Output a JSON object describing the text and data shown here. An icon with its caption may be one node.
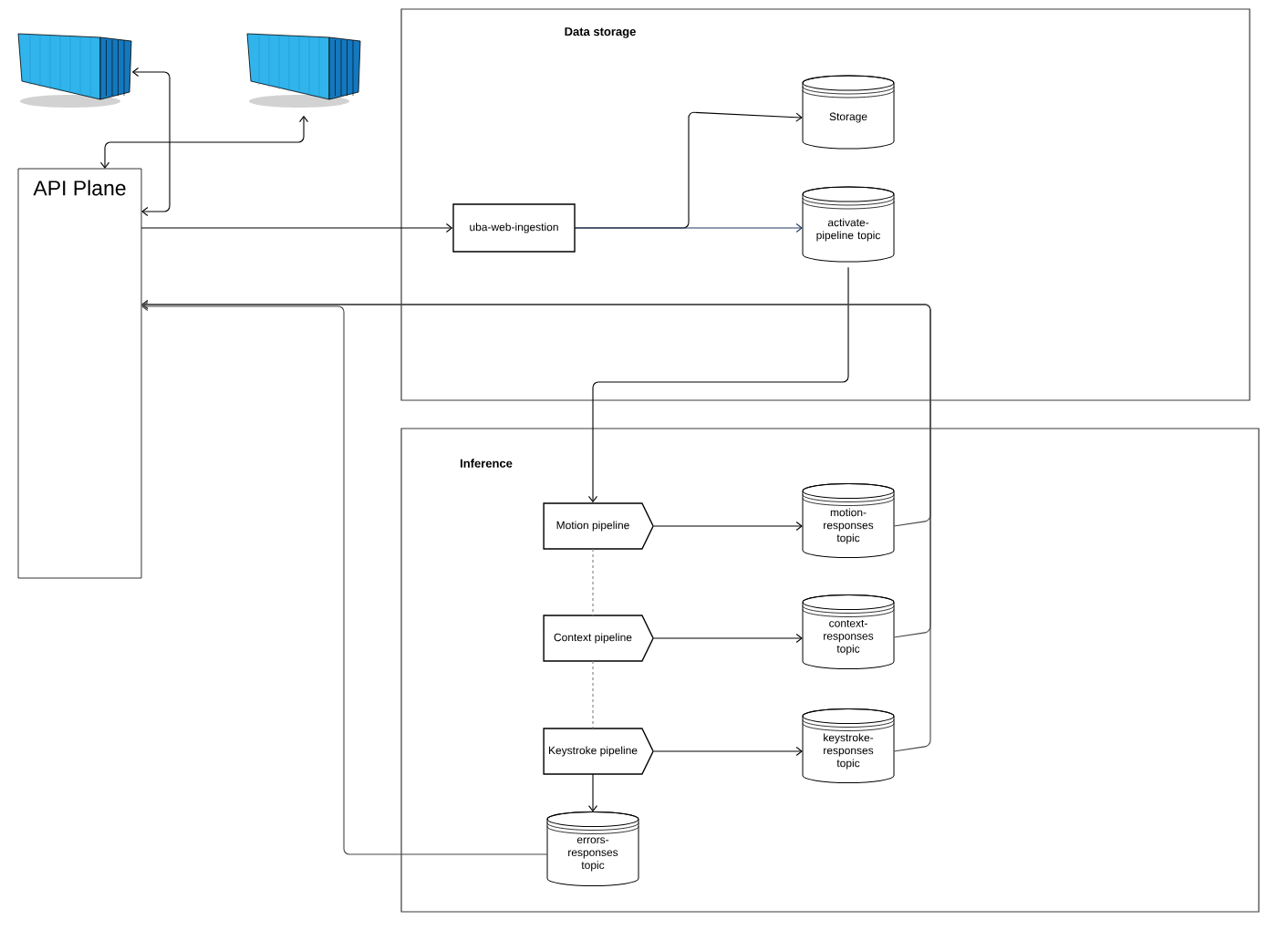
{
  "diagram": {
    "nodes": [
      {
        "text": [],
        "shape": "picture"
      },
      {
        "text": [],
        "shape": "picture"
      },
      {
        "text": [
          "API Plane"
        ]
      },
      {
        "text": [
          "Data storage"
        ]
      },
      {
        "text": [
          "uba-web-ingestion"
        ],
        "in": 3
      },
      {
        "text": [
          "Storage"
        ],
        "in": 3
      },
      {
        "text": [
          "activate-pipeline topic"
        ],
        "in": 3
      },
      {
        "text": [
          "Inference"
        ]
      },
      {
        "text": [
          "Motion pipeline"
        ],
        "in": 7
      },
      {
        "text": [
          "Context pipeline"
        ],
        "in": 7
      },
      {
        "text": [
          "Keystroke pipeline"
        ],
        "in": 7
      },
      {
        "text": [
          "motion-responses topic"
        ],
        "in": 7
      },
      {
        "text": [
          "context-responses topic"
        ],
        "in": 7
      },
      {
        "text": [
          "keystroke-responses topic"
        ],
        "in": 7
      },
      {
        "text": [
          "errors-responses topic"
        ],
        "in": 7
      }
    ],
    "edges": [
      {
        "from": 2,
        "to": 0,
        "arrow": "both"
      },
      {
        "from": 1,
        "to": 2,
        "arrow": "both"
      },
      {
        "from": 2,
        "to": 4,
        "arrow": "to"
      },
      {
        "from": 4,
        "to": 5,
        "arrow": "to"
      },
      {
        "from": 4,
        "to": 6,
        "arrow": "to",
        "color": "#1f3a5f"
      },
      {
        "from": 6,
        "to": 8,
        "arrow": "to"
      },
      {
        "from": 8,
        "to": 11,
        "arrow": "to"
      },
      {
        "from": 9,
        "to": 12,
        "arrow": "to"
      },
      {
        "from": 10,
        "to": 13,
        "arrow": "to"
      },
      {
        "from": 8,
        "to": 9,
        "arrow": "none",
        "style": "dashed",
        "color": "#808080"
      },
      {
        "from": 9,
        "to": 10,
        "arrow": "none",
        "style": "dashed",
        "color": "#808080"
      },
      {
        "from": 10,
        "to": 14,
        "arrow": "to"
      },
      {
        "from": 11,
        "to": 2,
        "arrow": "to"
      },
      {
        "from": 12,
        "to": 2,
        "arrow": "to"
      },
      {
        "from": 13,
        "to": 2,
        "arrow": "to"
      },
      {
        "from": 14,
        "to": 2,
        "arrow": "to"
      }
    ]
  }
}
